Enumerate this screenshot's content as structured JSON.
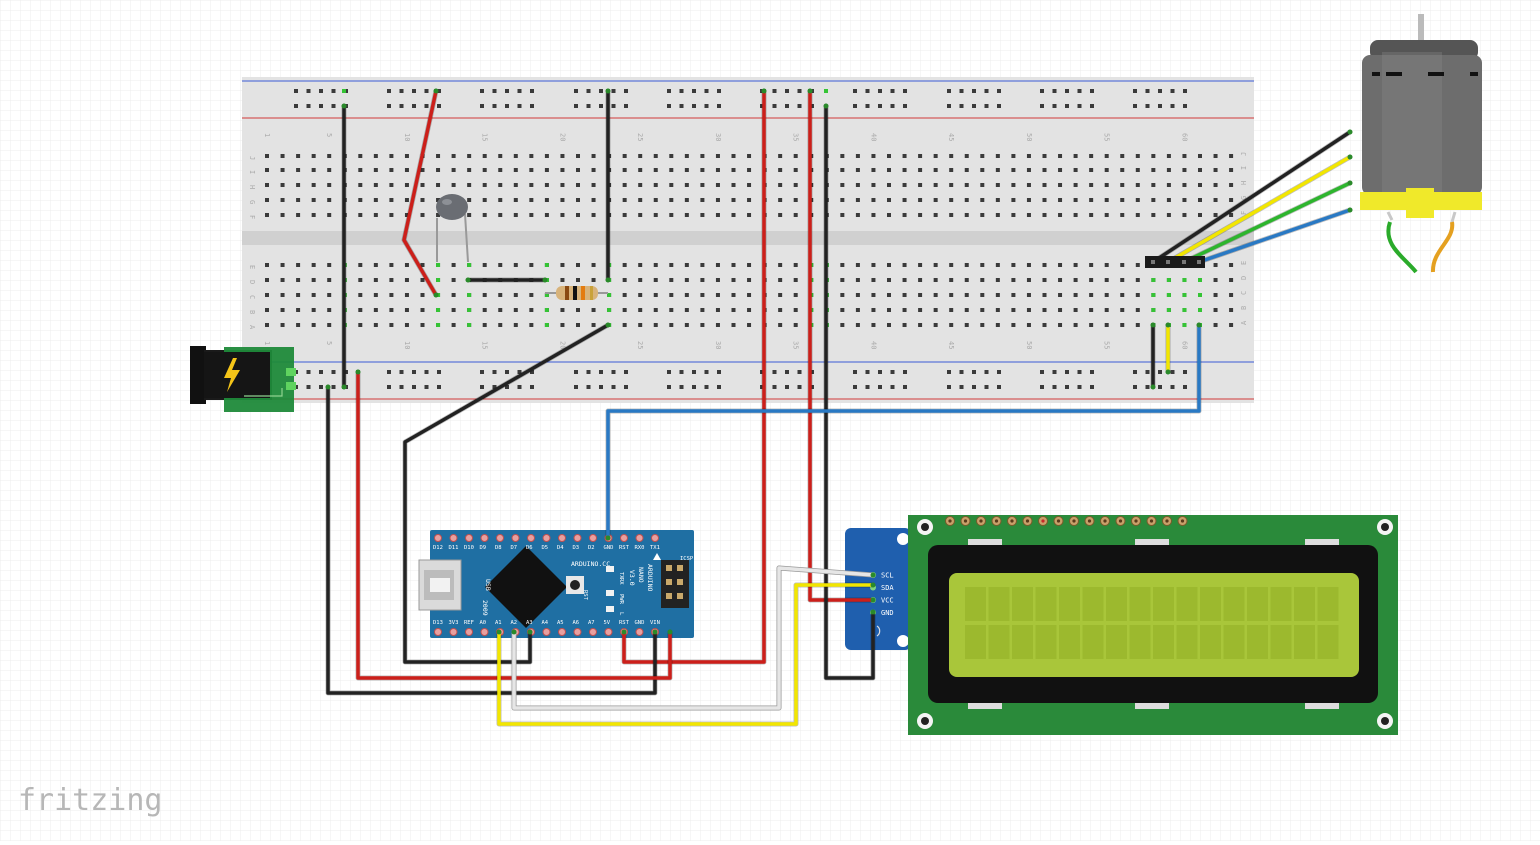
{
  "app": {
    "logo_text": "fritzing"
  },
  "breadboard": {
    "row_labels_top": [
      "J",
      "I",
      "H",
      "G",
      "F"
    ],
    "row_labels_bottom": [
      "E",
      "D",
      "C",
      "B",
      "A"
    ],
    "column_numbers": [
      "1",
      "5",
      "10",
      "15",
      "20",
      "25",
      "30",
      "35",
      "40",
      "45",
      "50",
      "55",
      "60"
    ]
  },
  "arduino": {
    "top_pins": [
      "D12",
      "D11",
      "D10",
      "D9",
      "D8",
      "D7",
      "D6",
      "D5",
      "D4",
      "D3",
      "D2",
      "GND",
      "RST",
      "RX0",
      "TX1"
    ],
    "bottom_pins": [
      "D13",
      "3V3",
      "REF",
      "A0",
      "A1",
      "A2",
      "A3",
      "A4",
      "A5",
      "A6",
      "A7",
      "5V",
      "RST",
      "GND",
      "VIN"
    ],
    "usb_label": "USB",
    "site_label": "ARDUINO.CC",
    "board_name": [
      "ARDUINO",
      "NANO",
      "V3.0"
    ],
    "icsp_label": "ICSP",
    "rst_label": "RST",
    "pwr_label": "PWR",
    "year_label": "2009",
    "tx_label": "TX",
    "rx_label": "RX",
    "l_label": "L"
  },
  "i2c_module": {
    "pins": [
      "SCL",
      "SDA",
      "VCC",
      "GND"
    ]
  },
  "colors": {
    "red": "#cc1f1a",
    "black": "#222222",
    "blue": "#2979c4",
    "yellow": "#f2e600",
    "green": "#2db52d",
    "white": "#e6e6e6",
    "pcb_blue": "#1f6fa3",
    "lcd_green": "#2a8a3a",
    "lcd_screen": "#a9c63a"
  }
}
